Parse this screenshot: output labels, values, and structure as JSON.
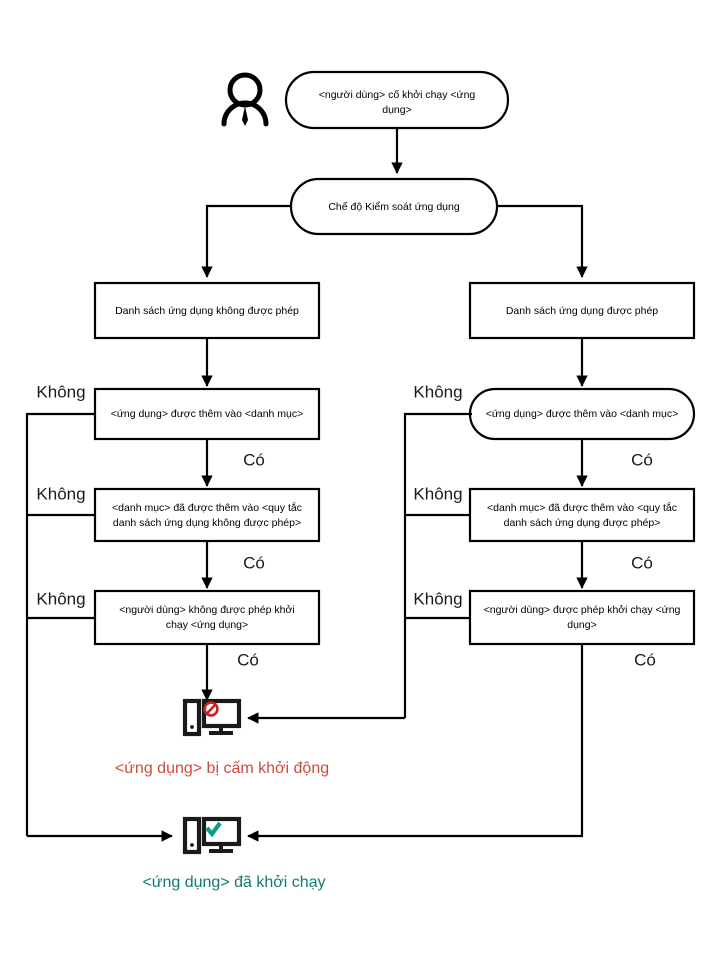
{
  "diagram": {
    "title": "Application Control mode flowchart",
    "actor": {
      "name": "user-actor"
    },
    "nodes": {
      "start": {
        "label": "<người dùng> cố khởi chạy <ứng dụng>",
        "shape": "stadium"
      },
      "mode": {
        "label": "Chế độ Kiểm soát ứng dụng",
        "shape": "stadium"
      },
      "denylist": {
        "label": "Danh sách ứng dụng không được phép",
        "shape": "rect"
      },
      "allowlist": {
        "label": "Danh sách ứng dụng được phép",
        "shape": "rect"
      },
      "left_added_to_category": {
        "label": "<ứng dụng> được thêm vào <danh mục>",
        "shape": "rect"
      },
      "left_category_rule": {
        "line1": "<danh mục> đã được thêm vào <quy tắc",
        "line2": "danh sách ứng dụng không được phép>",
        "shape": "rect"
      },
      "left_user_denied": {
        "line1": "<người dùng> không được phép khởi",
        "line2": "chạy <ứng dụng>",
        "shape": "rect"
      },
      "right_added_to_category": {
        "label": "<ứng dụng> được thêm vào <danh mục>",
        "shape": "stadium"
      },
      "right_category_rule": {
        "line1": "<danh mục> đã được thêm vào <quy tắc",
        "line2": "danh sách ứng dụng được phép>",
        "shape": "rect"
      },
      "right_user_allowed": {
        "line1": "<người dùng> được phép khởi chạy <ứng",
        "line2": "dụng>",
        "shape": "rect"
      }
    },
    "edge_labels": {
      "no": "Không",
      "yes": "Có"
    },
    "results": {
      "denied": {
        "text": "<ứng dụng> bị cấm khởi động",
        "color": "#d04b3c",
        "icon": "computer-blocked-icon"
      },
      "allowed": {
        "text": "<ứng dụng> đã khởi chạy",
        "color": "#0f7d6e",
        "icon": "computer-allowed-icon"
      }
    },
    "colors": {
      "stroke": "#000000",
      "denied": "#d04b3c",
      "allowed": "#0f7d6e",
      "deny_badge": "#cc2027",
      "check_badge": "#0f9b86"
    }
  }
}
